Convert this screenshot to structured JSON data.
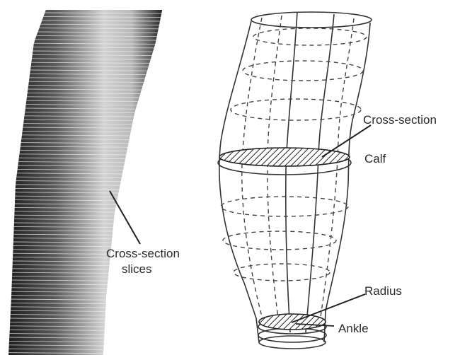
{
  "labels": {
    "slices": [
      "Cross-section",
      "slices"
    ],
    "cross_section": "Cross-section",
    "calf": "Calf",
    "radius": "Radius",
    "ankle": "Ankle"
  },
  "colors": {
    "line": "#333333",
    "dash": "#444444",
    "hatch": "#222222",
    "shade_dark": "#262626",
    "shade_light": "#d7d7d7"
  }
}
